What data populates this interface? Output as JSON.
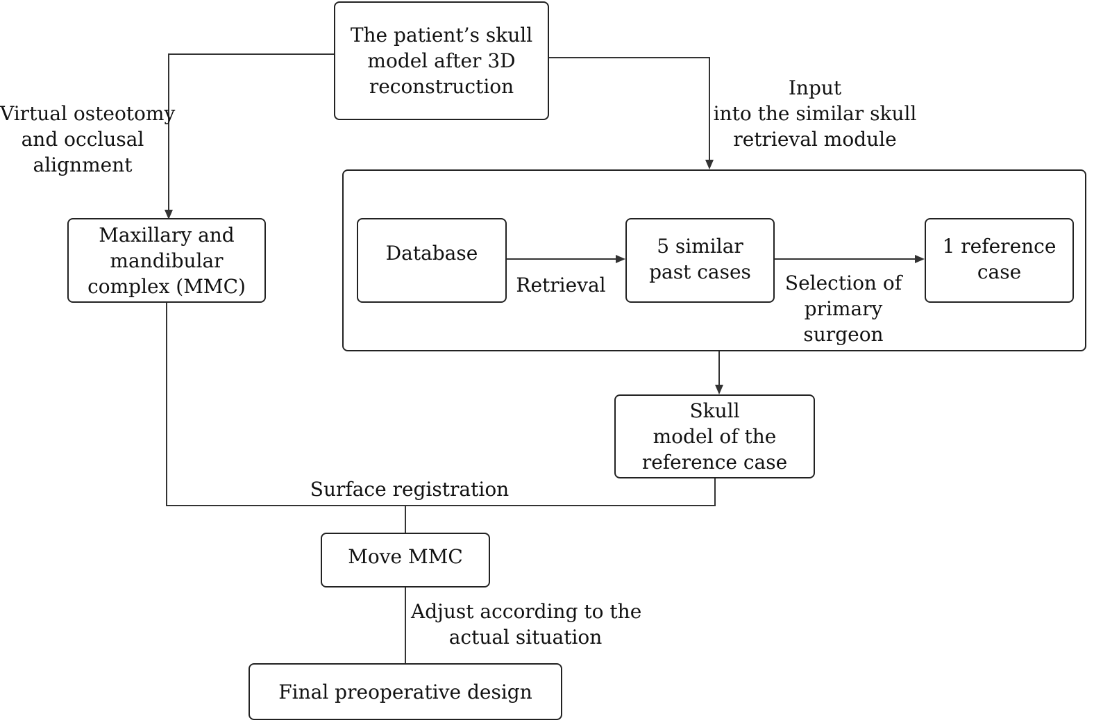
{
  "nodes": {
    "skull_model": {
      "lines": [
        "The patient’s skull",
        "model after 3D",
        "reconstruction"
      ]
    },
    "mmc": {
      "lines": [
        "Maxillary and",
        "mandibular",
        "complex (MMC)"
      ]
    },
    "retrieval_module": {
      "database": {
        "lines": [
          "Database"
        ]
      },
      "similar_cases": {
        "lines": [
          "5 similar",
          "past cases"
        ]
      },
      "reference_case": {
        "lines": [
          "1 reference",
          "case"
        ]
      }
    },
    "reference_skull": {
      "lines": [
        "Skull",
        "model of the",
        "reference case"
      ]
    },
    "move_mmc": {
      "lines": [
        "Move MMC"
      ]
    },
    "final_design": {
      "lines": [
        "Final preoperative design"
      ]
    }
  },
  "edge_labels": {
    "virtual_osteotomy": [
      "Virtual osteotomy",
      "and occlusal",
      "alignment"
    ],
    "input_module": [
      "Input",
      "into the similar skull",
      "retrieval module"
    ],
    "retrieval": [
      "Retrieval"
    ],
    "selection": [
      "Selection of",
      "primary",
      "surgeon"
    ],
    "surface_registration": [
      "Surface registration"
    ],
    "adjust": [
      "Adjust according to the",
      "actual situation"
    ]
  },
  "colors": {
    "stroke": "#333333",
    "background": "#ffffff",
    "text": "#111111"
  }
}
